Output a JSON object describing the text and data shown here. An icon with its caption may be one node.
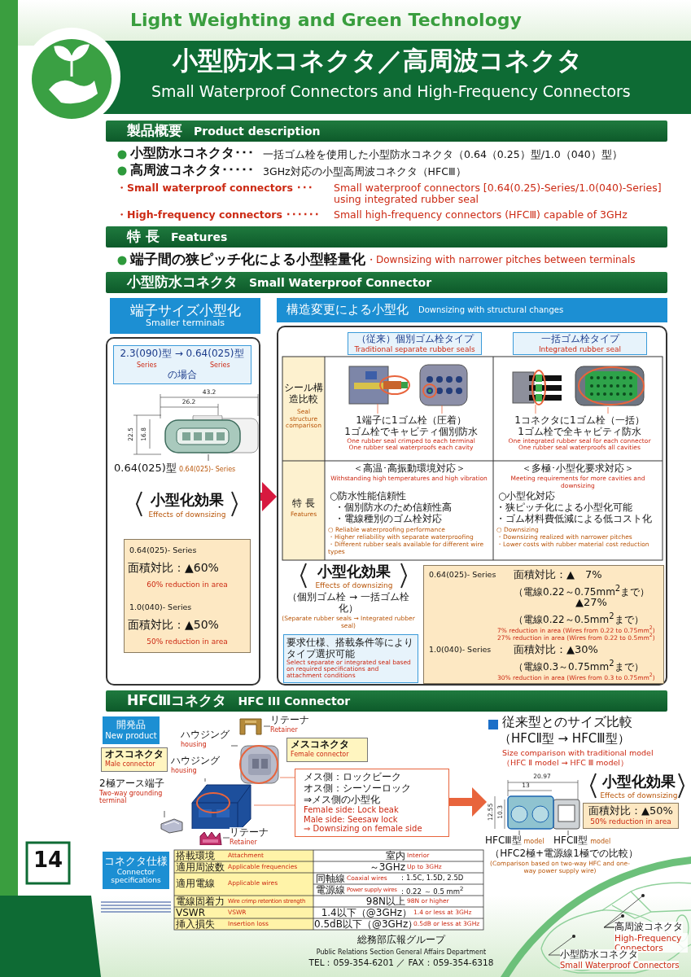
{
  "diagram": {
    "title": "小型防水コネクタ／高周波コネクタ",
    "nodes": [
      {
        "text": [
          "製品概要",
          "Product description"
        ]
      },
      {
        "text": [
          "特 長",
          "Features"
        ]
      },
      {
        "text": [
          "小型防水コネクタ",
          "Small Waterproof Connector"
        ]
      },
      {
        "text": [
          "端子サイズ小型化",
          "Smaller terminals"
        ]
      },
      {
        "text": [],
        "shape": "box"
      },
      {
        "text": [
          "2.3(090)型 → 0.64(025)型",
          "Series",
          "Series",
          "の場合"
        ],
        "in": 4
      },
      {
        "text": [],
        "shape": "picture",
        "in": 4
      },
      {
        "text": [
          "0.64(025)型",
          "0.64(025)- Series"
        ],
        "in": 4
      },
      {
        "text": [
          "0.64(025)- Series",
          "面積対比：▲60%",
          "60% reduction in area",
          "1.0(040)- Series",
          "面積対比：▲50%",
          "50% reduction in area"
        ],
        "in": 4
      },
      {
        "text": [
          "構造変更による小型化",
          "Downsizing with structural changes"
        ]
      },
      {
        "text": [],
        "shape": "box"
      },
      {
        "text": [
          "（従来）個別ゴム栓タイプ",
          "Traditional separate rubber seals"
        ],
        "in": 10
      },
      {
        "text": [
          "一括ゴム栓タイプ",
          "Integrated rubber seal"
        ],
        "in": 10
      },
      {
        "text": [],
        "shape": "picture",
        "in": 10
      },
      {
        "text": [],
        "shape": "picture",
        "in": 10
      },
      {
        "text": [
          "1端子に1ゴム栓（圧着）",
          "1ゴム栓でキャビティ個別防水",
          "One rubber seal crimped to each terminal",
          "One rubber seal waterproofs each cavity"
        ],
        "in": 10
      },
      {
        "text": [],
        "shape": "picture",
        "in": 10
      },
      {
        "text": [],
        "shape": "picture",
        "in": 10
      },
      {
        "text": [
          "1コネクタに1ゴム栓（一括）",
          "1ゴム栓で全キャビティ防水",
          "One integrated rubber seal for each connector",
          "One rubber seal waterproofs all cavities"
        ],
        "in": 10
      },
      {
        "text": [
          "要求仕様、搭載条件等によりタイプ選択可能",
          "Select separate or integrated seal based on required specifications and attachment conditions"
        ],
        "in": 10
      },
      {
        "text": [
          "0.64(025)- Series",
          "面積対比：▲　7%",
          "（電線0.22～0.75mm$^{2}$まで）",
          "▲27%",
          "（電線0.22～0.5mm$^{2}$まで）",
          "7% reduction in area (Wires from 0.22 to 0.75mm$^{2}$)",
          "27% reduction in area (Wires from 0.22 to 0.5mm$^{2}$)",
          "1.0(040)- Series",
          "面積対比：▲30%",
          "（電線0.3～0.75mm$^{2}$まで）",
          "30% reduction in area (Wires from 0.3 to 0.75mm$^{2}$)"
        ],
        "in": 10
      },
      {
        "text": [
          "HFCⅢコネクタ",
          "HFC III Connector"
        ]
      },
      {
        "text": [
          "開発品",
          "New product"
        ]
      },
      {
        "text": [],
        "shape": "picture"
      },
      {
        "text": [
          "リテーナ",
          "Retainer"
        ]
      },
      {
        "text": [
          "ハウジング",
          "housing"
        ]
      },
      {
        "text": [],
        "shape": "picture"
      },
      {
        "text": [
          "メスコネクタ",
          "Female connector"
        ]
      },
      {
        "text": [
          "オスコネクタ",
          "Male connector"
        ]
      },
      {
        "text": [
          "ハウジング",
          "housing"
        ]
      },
      {
        "text": [],
        "shape": "picture"
      },
      {
        "text": [
          "2極アース端子",
          "Two-way grounding terminal"
        ]
      },
      {
        "text": [],
        "shape": "picture"
      },
      {
        "text": [],
        "shape": "picture"
      },
      {
        "text": [
          "リテーナ",
          "Retainer"
        ]
      },
      {
        "text": [
          "メス側：ロックビーク",
          "オス側：シーソーロック",
          "⇒メス側の小型化",
          "Female side: Lock beak",
          "Male side: Seesaw lock",
          "⇒ Downsizing on female side"
        ]
      },
      {
        "text": [
          "コネクタ仕様",
          "Connector specifications"
        ]
      },
      {
        "text": [],
        "shape": "picture"
      },
      {
        "text": [
          "HFCⅢ型",
          "model"
        ]
      },
      {
        "text": [
          "HFCⅡ型",
          "model"
        ]
      },
      {
        "text": [
          "面積対比：▲50%",
          "50% reduction in area"
        ]
      },
      {
        "text": [
          "高周波コネクタ",
          "High-Frequency Connectors"
        ]
      },
      {
        "text": [
          "小型防水コネクタ",
          "Small Waterproof Connectors"
        ]
      }
    ],
    "edges": [
      {
        "from": 4,
        "to": 10,
        "arrow": "to",
        "style": "thick",
        "color": "#d7193f"
      },
      {
        "from": 15,
        "to": 13,
        "arrow": "none",
        "color": "#e8643c"
      },
      {
        "from": 15,
        "to": 14,
        "arrow": "none",
        "color": "#e8643c"
      },
      {
        "from": 18,
        "to": 16,
        "arrow": "none",
        "color": "#e8643c"
      },
      {
        "from": 18,
        "to": 17,
        "arrow": "none",
        "color": "#e8643c"
      },
      {
        "from": 7,
        "to": 6,
        "arrow": "none"
      },
      {
        "from": 24,
        "to": 23,
        "arrow": "none"
      },
      {
        "from": 25,
        "to": 26,
        "arrow": "none"
      },
      {
        "from": 29,
        "to": 30,
        "arrow": "none"
      },
      {
        "from": 31,
        "to": 32,
        "arrow": "none"
      },
      {
        "from": 34,
        "to": 33,
        "arrow": "none"
      },
      {
        "from": 26,
        "to": 35,
        "arrow": "none",
        "color": "#e8643c"
      },
      {
        "from": 30,
        "to": 35,
        "arrow": "none",
        "color": "#e8643c"
      },
      {
        "from": 35,
        "to": 37,
        "arrow": "to",
        "style": "thick",
        "color": "#e8643c"
      },
      {
        "from": 38,
        "to": 37,
        "arrow": "none"
      },
      {
        "from": 39,
        "to": 37,
        "arrow": "none"
      },
      {
        "from": 41,
        "to": null,
        "arrow": "none"
      },
      {
        "from": 41,
        "to": null,
        "arrow": "none"
      },
      {
        "from": 42,
        "to": null,
        "arrow": "none"
      }
    ],
    "labels": [
      "Light Weighting and Green Technology",
      "Small Waterproof Connectors and High-Frequency Connectors",
      "小型防水コネクタ･･･",
      "一括ゴム栓を使用した小型防水コネクタ（0.64（0.25）型/1.0（040）型）",
      "高周波コネクタ･････",
      "3GHz対応の小型高周波コネクタ（HFCⅢ）",
      "・Small waterproof connectors ･･･",
      "Small waterproof connectors [0.64(0.25)-Series/1.0(040)-Series] using integrated rubber seal",
      "・High-frequency connectors ･･････",
      "Small high-frequency connectors (HFCⅢ) capable of 3GHz",
      "端子間の狭ピッチ化による小型軽量化",
      "・Downsizing with narrower pitches between terminals",
      "43.2",
      "26.2",
      "22.5",
      "16.8",
      "小型化効果",
      "Effects of downsizing",
      "シール構造比較",
      "Seal structure comparison",
      "特 長",
      "Features",
      "＜高温･高振動環境対応＞",
      "Withstanding high temperatures and high vibration",
      "○防水性能信頼性",
      "・個別防水のため信頼性高",
      "・電線種別のゴム栓対応",
      "○ Reliable waterproofing performance",
      "・Higher reliability with separate waterproofing",
      "・Different rubber seals available for different wire types",
      "＜多極･小型化要求対応＞",
      "Meeting requirements for more cavities and downsizing",
      "○小型化対応",
      "・狭ピッチ化による小型化可能",
      "・ゴム材料費低減による低コスト化",
      "○ Downsizing",
      "・Downsizing realized with narrower pitches",
      "・Lower costs with rubber material cost reduction",
      "小型化効果",
      "Effects of downsizing",
      "（個別ゴム栓 → 一括ゴム栓化）",
      "(Separate rubber seals → Integrated rubber seal)",
      "搭載環境",
      "Attachment",
      "室内",
      "Interior",
      "適用周波数",
      "Applicable frequencies",
      "～3GHz",
      "Up to 3GHz",
      "適用電線",
      "Applicable wires",
      "同軸線",
      "Coaxial wires",
      "：1.5C, 1.5D, 2.5D",
      "電源線",
      "Power supply wires",
      "：0.22 ～ 0.5 mm$^{2}$",
      "電線固着力",
      "Wire crimp retention strength",
      "98N以上",
      "98N or higher",
      "VSWR",
      "VSWR",
      "1.4以下（@3GHz）",
      "1.4 or less at 3GHz",
      "挿入損失",
      "Insertion loss",
      "0.5dB以下（@3GHz）",
      "0.5dB or less at 3GHz",
      "従来型とのサイズ比較",
      "（HFCⅡ型 → HFCⅢ型）",
      "Size comparison with traditional model",
      "（HFC Ⅱ model → HFC Ⅲ model）",
      "20.97",
      "13",
      "12.55",
      "10.3",
      "（HFC2極+電源線1極での比較）",
      "(Comparison based on two-way HFC and one-way power supply wire)",
      "小型化効果",
      "Effects of downsizing",
      "総務部広報グループ",
      "Public Relations Section General Affairs Department",
      "TEL：059-354-6201 ／ FAX：059-354-6318",
      "14"
    ]
  }
}
